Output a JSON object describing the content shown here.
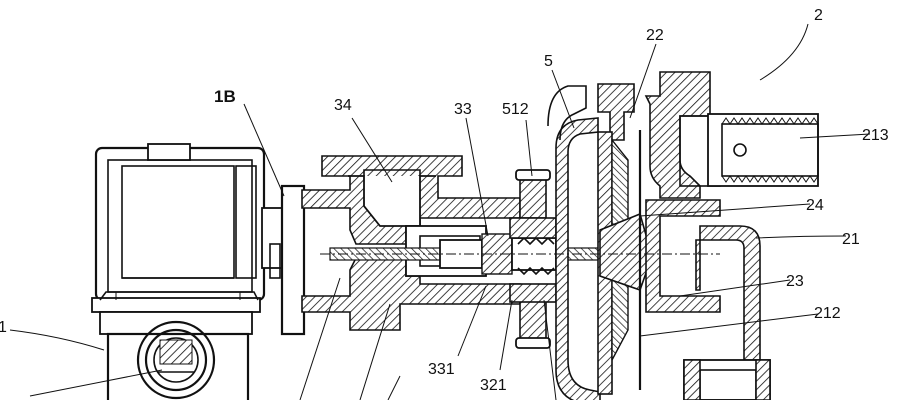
{
  "diagram": {
    "labels": [
      {
        "id": "1",
        "text": "1"
      },
      {
        "id": "1B",
        "text": "1B"
      },
      {
        "id": "34",
        "text": "34"
      },
      {
        "id": "33",
        "text": "33"
      },
      {
        "id": "512",
        "text": "512"
      },
      {
        "id": "5",
        "text": "5"
      },
      {
        "id": "22",
        "text": "22"
      },
      {
        "id": "2",
        "text": "2"
      },
      {
        "id": "213",
        "text": "213"
      },
      {
        "id": "24",
        "text": "24"
      },
      {
        "id": "21",
        "text": "21"
      },
      {
        "id": "23",
        "text": "23"
      },
      {
        "id": "212",
        "text": "212"
      },
      {
        "id": "331",
        "text": "331"
      },
      {
        "id": "321",
        "text": "321"
      }
    ]
  }
}
